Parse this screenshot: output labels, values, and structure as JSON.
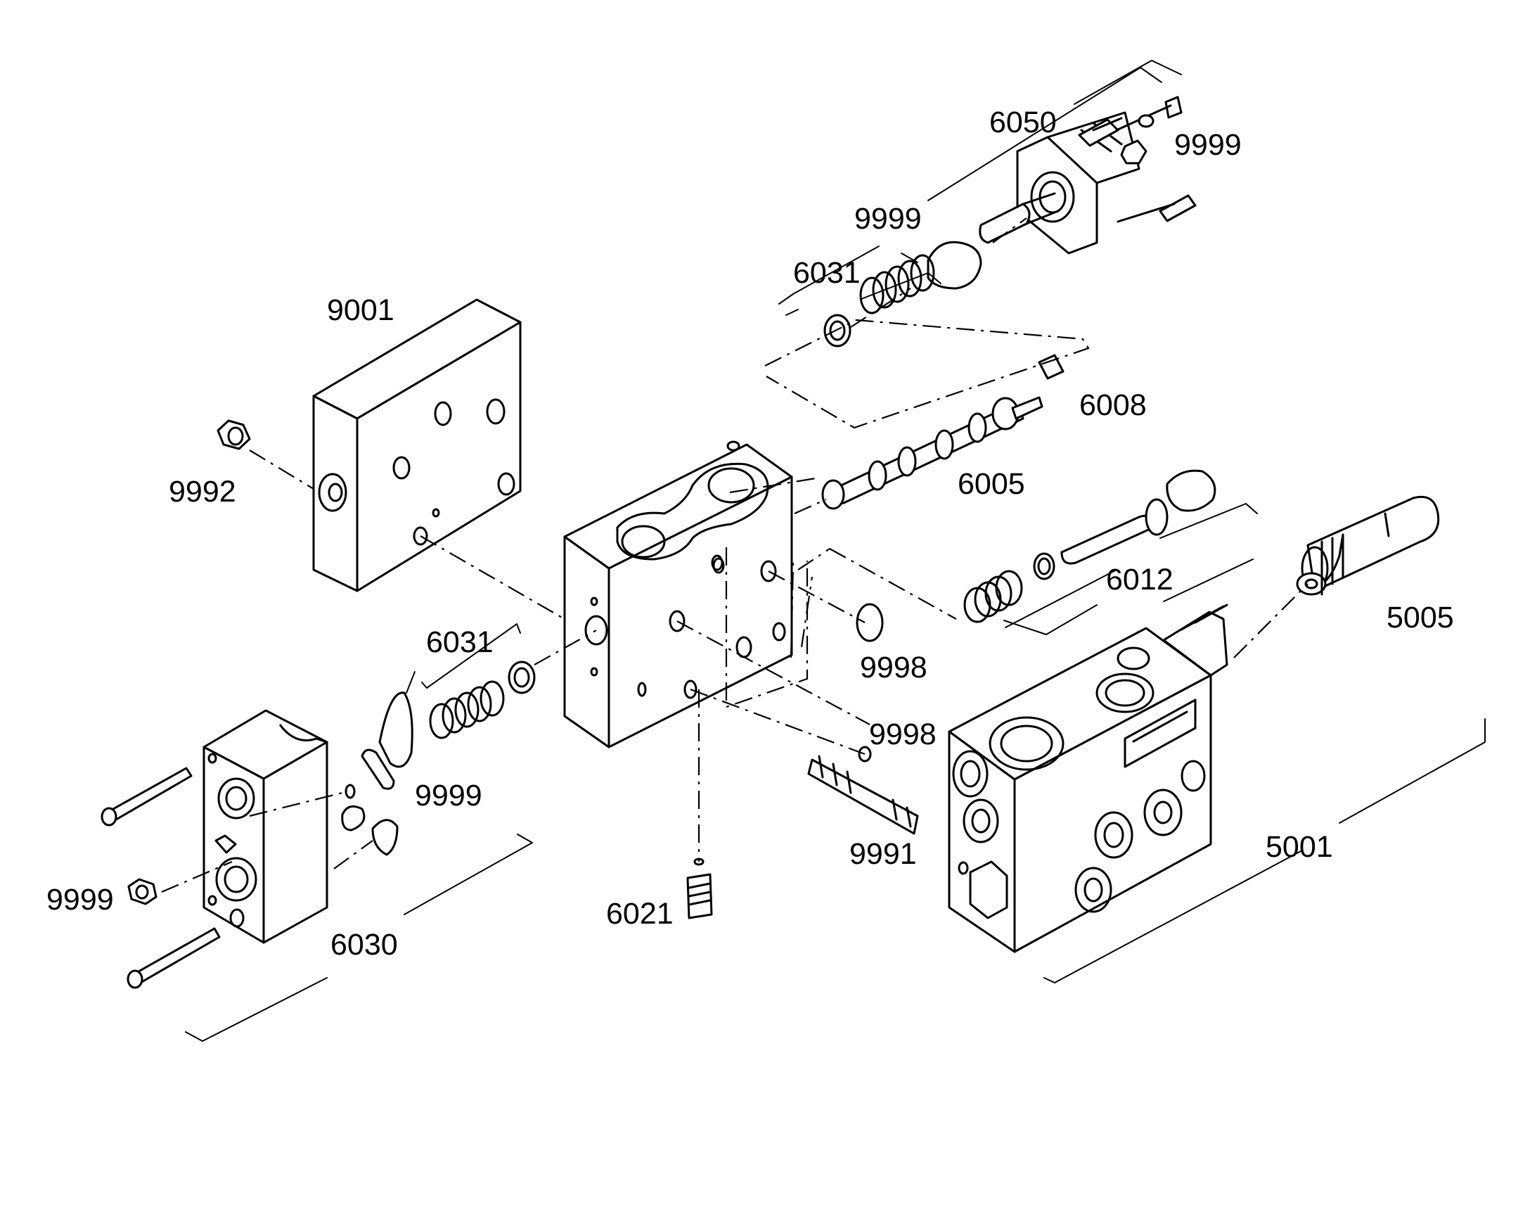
{
  "labels": {
    "l6050": "6050",
    "l9999a": "9999",
    "l9999b": "9999",
    "l6031a": "6031",
    "l9001": "9001",
    "l6008": "6008",
    "l9992": "9992",
    "l6005": "6005",
    "l6012": "6012",
    "l5005": "5005",
    "l6031b": "6031",
    "l9998a": "9998",
    "l9998b": "9998",
    "l9999c": "9999",
    "l9991": "9991",
    "l5001": "5001",
    "l9999d": "9999",
    "l6021": "6021",
    "l6030": "6030"
  }
}
